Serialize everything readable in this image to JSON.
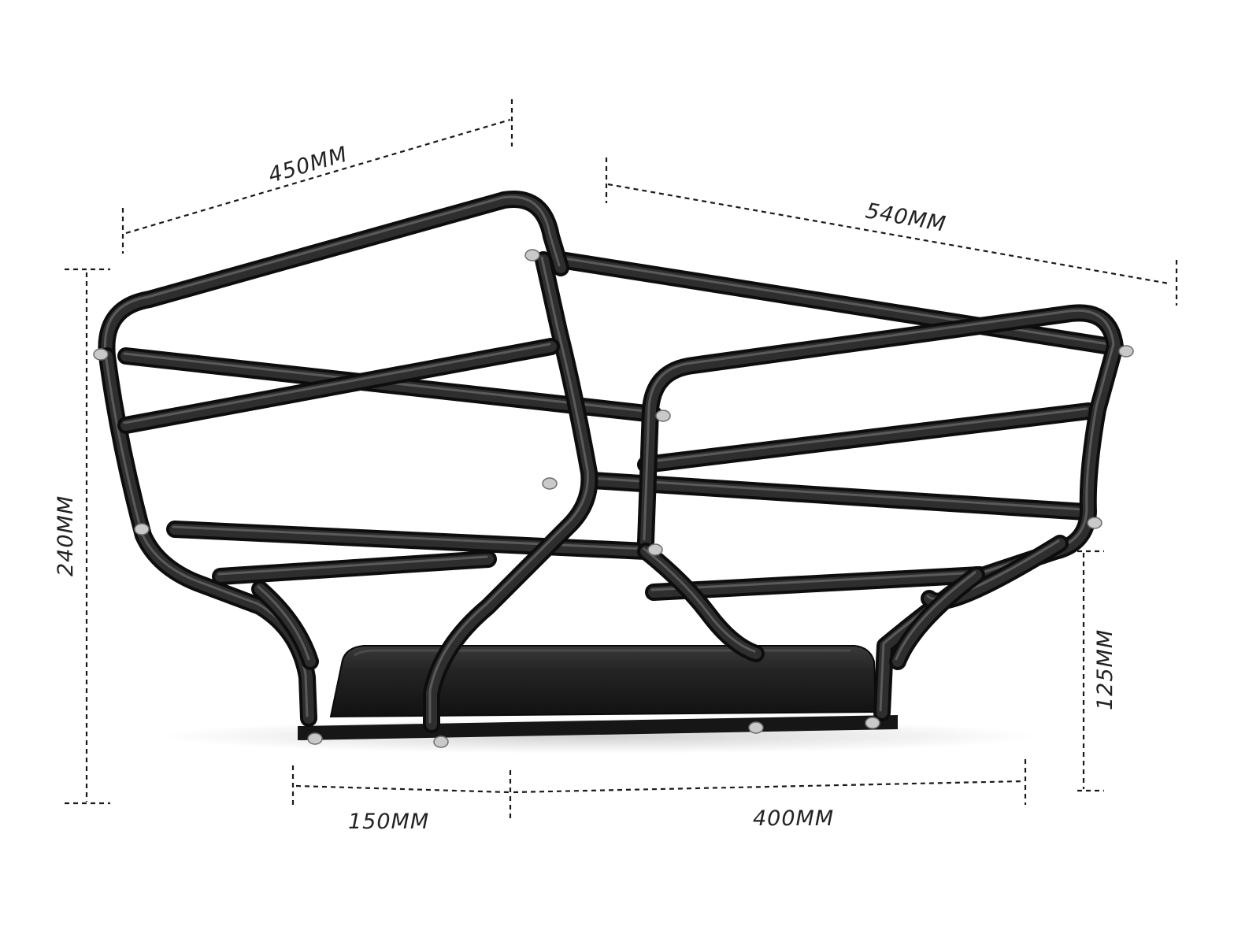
{
  "dimensions": {
    "top_left_width": "450MM",
    "top_right_depth": "540MM",
    "total_height": "240MM",
    "base_height": "125MM",
    "bottom_left_offset": "150MM",
    "bottom_base_length": "400MM"
  },
  "colors": {
    "tube": "#1f1f1f",
    "base": "#1c1c1c",
    "bolt": "#c9c9c9",
    "annotation": "#1a1a1a"
  }
}
